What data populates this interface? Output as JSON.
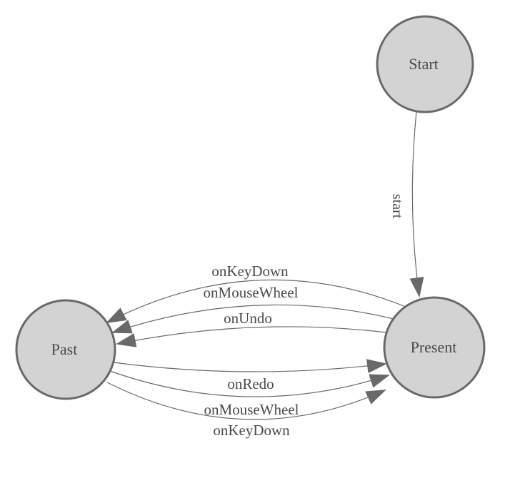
{
  "diagram": {
    "type": "state-machine-graph",
    "background": "#ffffff",
    "colors": {
      "node_fill": "#d3d3d3",
      "node_stroke": "#696969",
      "edge_line": "#696969",
      "arrowhead": "#696969",
      "label_text": "#4a4a4a"
    },
    "nodes": [
      {
        "id": "start",
        "label": "Start"
      },
      {
        "id": "past",
        "label": "Past"
      },
      {
        "id": "present",
        "label": "Present"
      }
    ],
    "edges": [
      {
        "id": "start-to-present",
        "from": "Start",
        "to": "Present",
        "label": "start"
      },
      {
        "id": "present-to-past-onkeydown",
        "from": "Present",
        "to": "Past",
        "label": "onKeyDown"
      },
      {
        "id": "present-to-past-onmousewheel",
        "from": "Present",
        "to": "Past",
        "label": "onMouseWheel"
      },
      {
        "id": "present-to-past-onundo",
        "from": "Present",
        "to": "Past",
        "label": "onUndo"
      },
      {
        "id": "past-to-present-onredo",
        "from": "Past",
        "to": "Present",
        "label": "onRedo"
      },
      {
        "id": "past-to-present-onmousewheel",
        "from": "Past",
        "to": "Present",
        "label": "onMouseWheel"
      },
      {
        "id": "past-to-present-onkeydown",
        "from": "Past",
        "to": "Present",
        "label": "onKeyDown"
      }
    ]
  }
}
